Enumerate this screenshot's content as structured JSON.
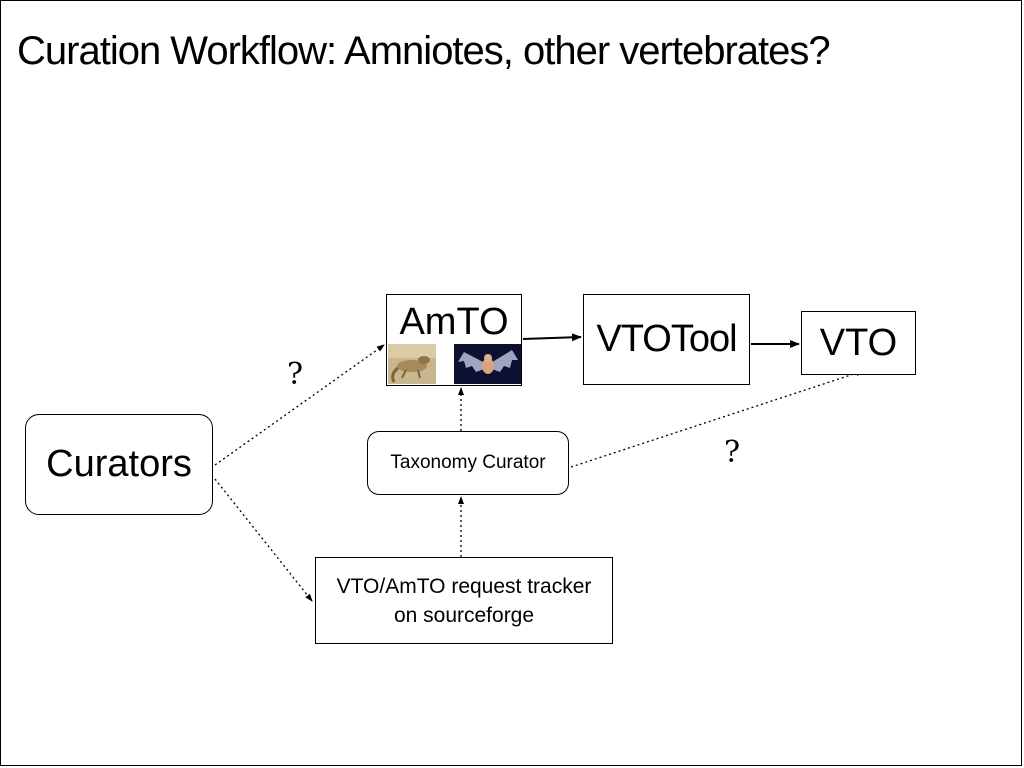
{
  "slide": {
    "title": "Curation Workflow: Amniotes, other vertebrates?"
  },
  "nodes": {
    "curators": "Curators",
    "amto": "AmTO",
    "vtotool": "VTOTool",
    "vto": "VTO",
    "taxonomy_curator": "Taxonomy Curator",
    "tracker_line1": "VTO/AmTO request tracker",
    "tracker_line2": "on sourceforge"
  },
  "annotations": {
    "q_upper": "?",
    "q_right": "?"
  },
  "images": {
    "amto_left": "lizard-photo",
    "amto_right": "bat-photo"
  }
}
